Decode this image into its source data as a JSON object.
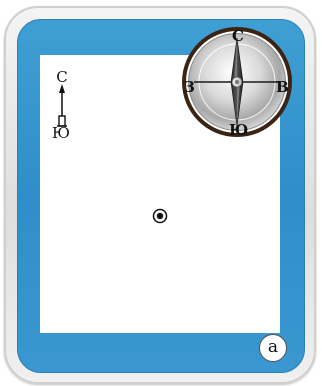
{
  "north_indicator": {
    "north_label": "С",
    "south_label": "Ю"
  },
  "compass": {
    "north": "С",
    "south": "Ю",
    "west": "З",
    "east": "В",
    "icon": "compass-icon"
  },
  "marker": {
    "icon": "location-marker-icon"
  },
  "corner_badge": {
    "label": "а"
  },
  "colors": {
    "panel_blue": "#3a97d0",
    "frame": "#e6e6e6",
    "map_background": "#ffffff",
    "compass_rim": "#3b2414"
  }
}
